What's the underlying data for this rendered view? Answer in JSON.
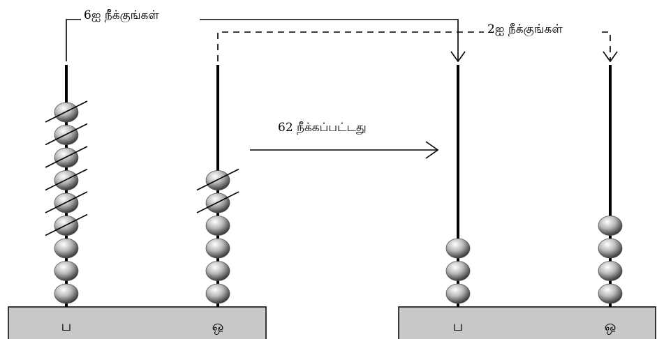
{
  "labels": {
    "left_instruction": "6ஐ நீக்குங்கள்",
    "right_instruction": "2ஐ நீக்குங்கள்",
    "middle_note": "62 நீக்கப்பட்டது"
  },
  "abacuses": [
    {
      "rods": [
        {
          "label": "ப",
          "beads": 9,
          "crossed": 6
        },
        {
          "label": "ஒ",
          "beads": 6,
          "crossed": 2
        }
      ]
    },
    {
      "rods": [
        {
          "label": "ப",
          "beads": 3,
          "crossed": 0
        },
        {
          "label": "ஒ",
          "beads": 4,
          "crossed": 0
        }
      ]
    }
  ]
}
